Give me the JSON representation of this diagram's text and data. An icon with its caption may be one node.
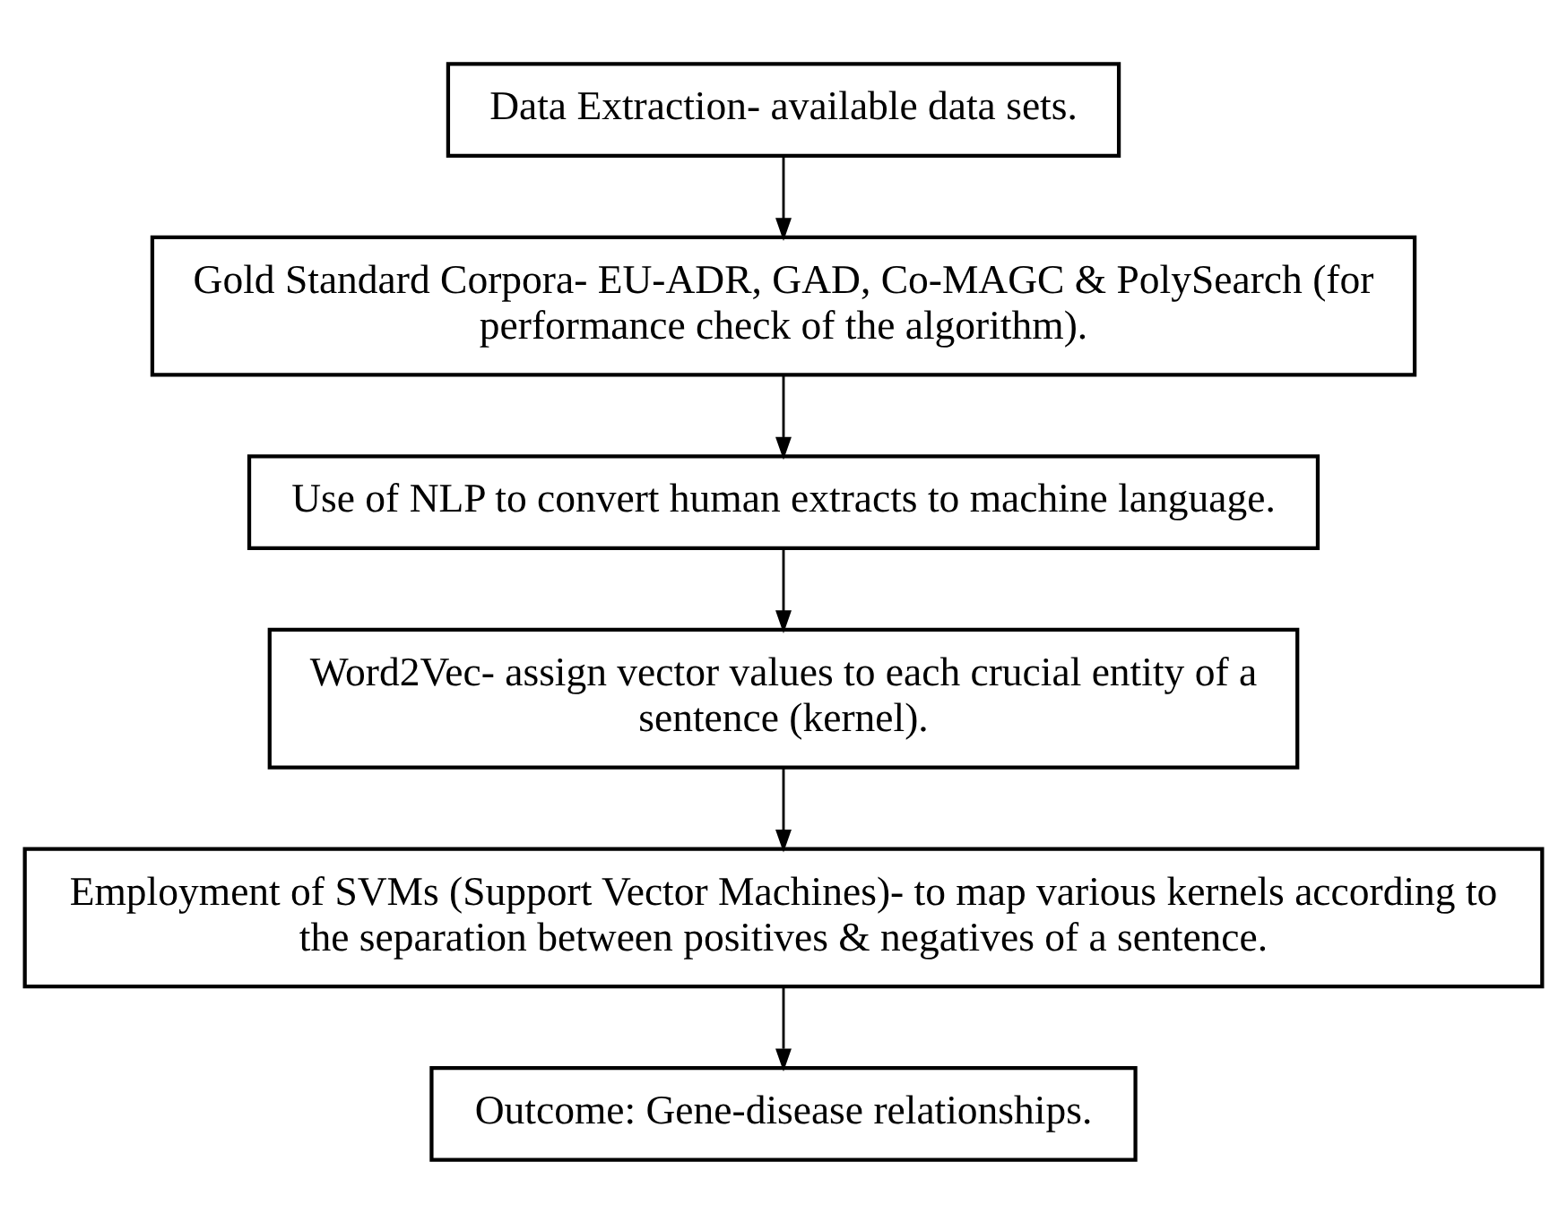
{
  "diagram": {
    "nodes": [
      {
        "text": [
          "Data Extraction- available data sets."
        ]
      },
      {
        "text": [
          "Gold Standard Corpora- EU-ADR, GAD, Co-MAGC & PolySearch (for performance check of the algorithm)."
        ]
      },
      {
        "text": [
          "Use of NLP to convert human extracts to machine language."
        ]
      },
      {
        "text": [
          "Word2Vec- assign vector values to each crucial entity of a sentence (kernel)."
        ]
      },
      {
        "text": [
          "Employment of SVMs (Support Vector Machines)- to map various kernels according to the separation between positives & negatives of a sentence."
        ]
      },
      {
        "text": [
          "Outcome: Gene-disease relationships."
        ]
      }
    ],
    "edges": [
      {
        "from": 0,
        "to": 1,
        "arrow": "to"
      },
      {
        "from": 1,
        "to": 2,
        "arrow": "to"
      },
      {
        "from": 2,
        "to": 3,
        "arrow": "to"
      },
      {
        "from": 3,
        "to": 4,
        "arrow": "to"
      },
      {
        "from": 4,
        "to": 5,
        "arrow": "to"
      }
    ]
  }
}
